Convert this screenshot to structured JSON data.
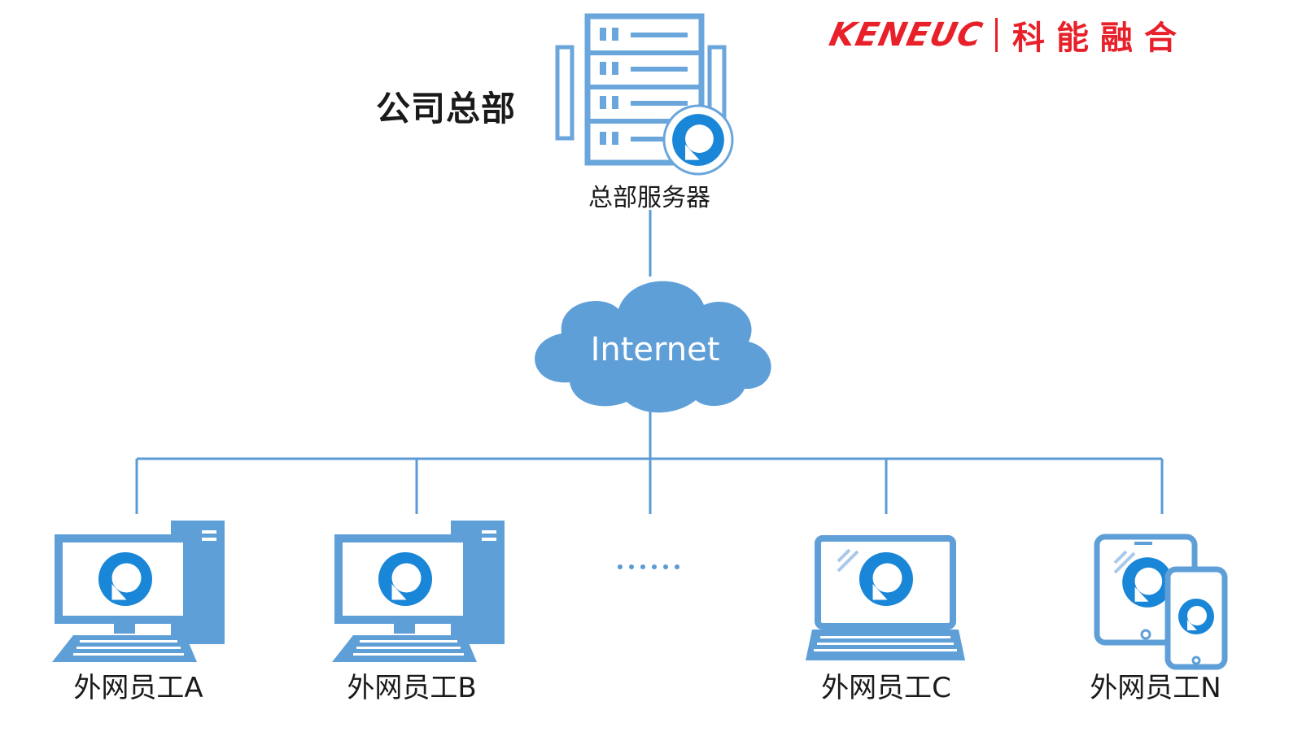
{
  "brand": {
    "name_en": "KENEUC",
    "name_cn": "科能融合",
    "color": "#e8202a"
  },
  "headquarters": {
    "title": "公司总部",
    "server_label": "总部服务器"
  },
  "network": {
    "cloud_label": "Internet",
    "line_color": "#5b9bd5",
    "cloud_color": "#5f9fd8"
  },
  "clients": [
    {
      "label": "外网员工A",
      "device": "desktop-computer-icon"
    },
    {
      "label": "外网员工B",
      "device": "desktop-computer-icon"
    },
    {
      "label": "外网员工C",
      "device": "laptop-icon"
    },
    {
      "label": "外网员工N",
      "device": "tablet-and-phone-icon"
    }
  ],
  "ellipsis": "……",
  "client_app_icon": "client-app-icon"
}
